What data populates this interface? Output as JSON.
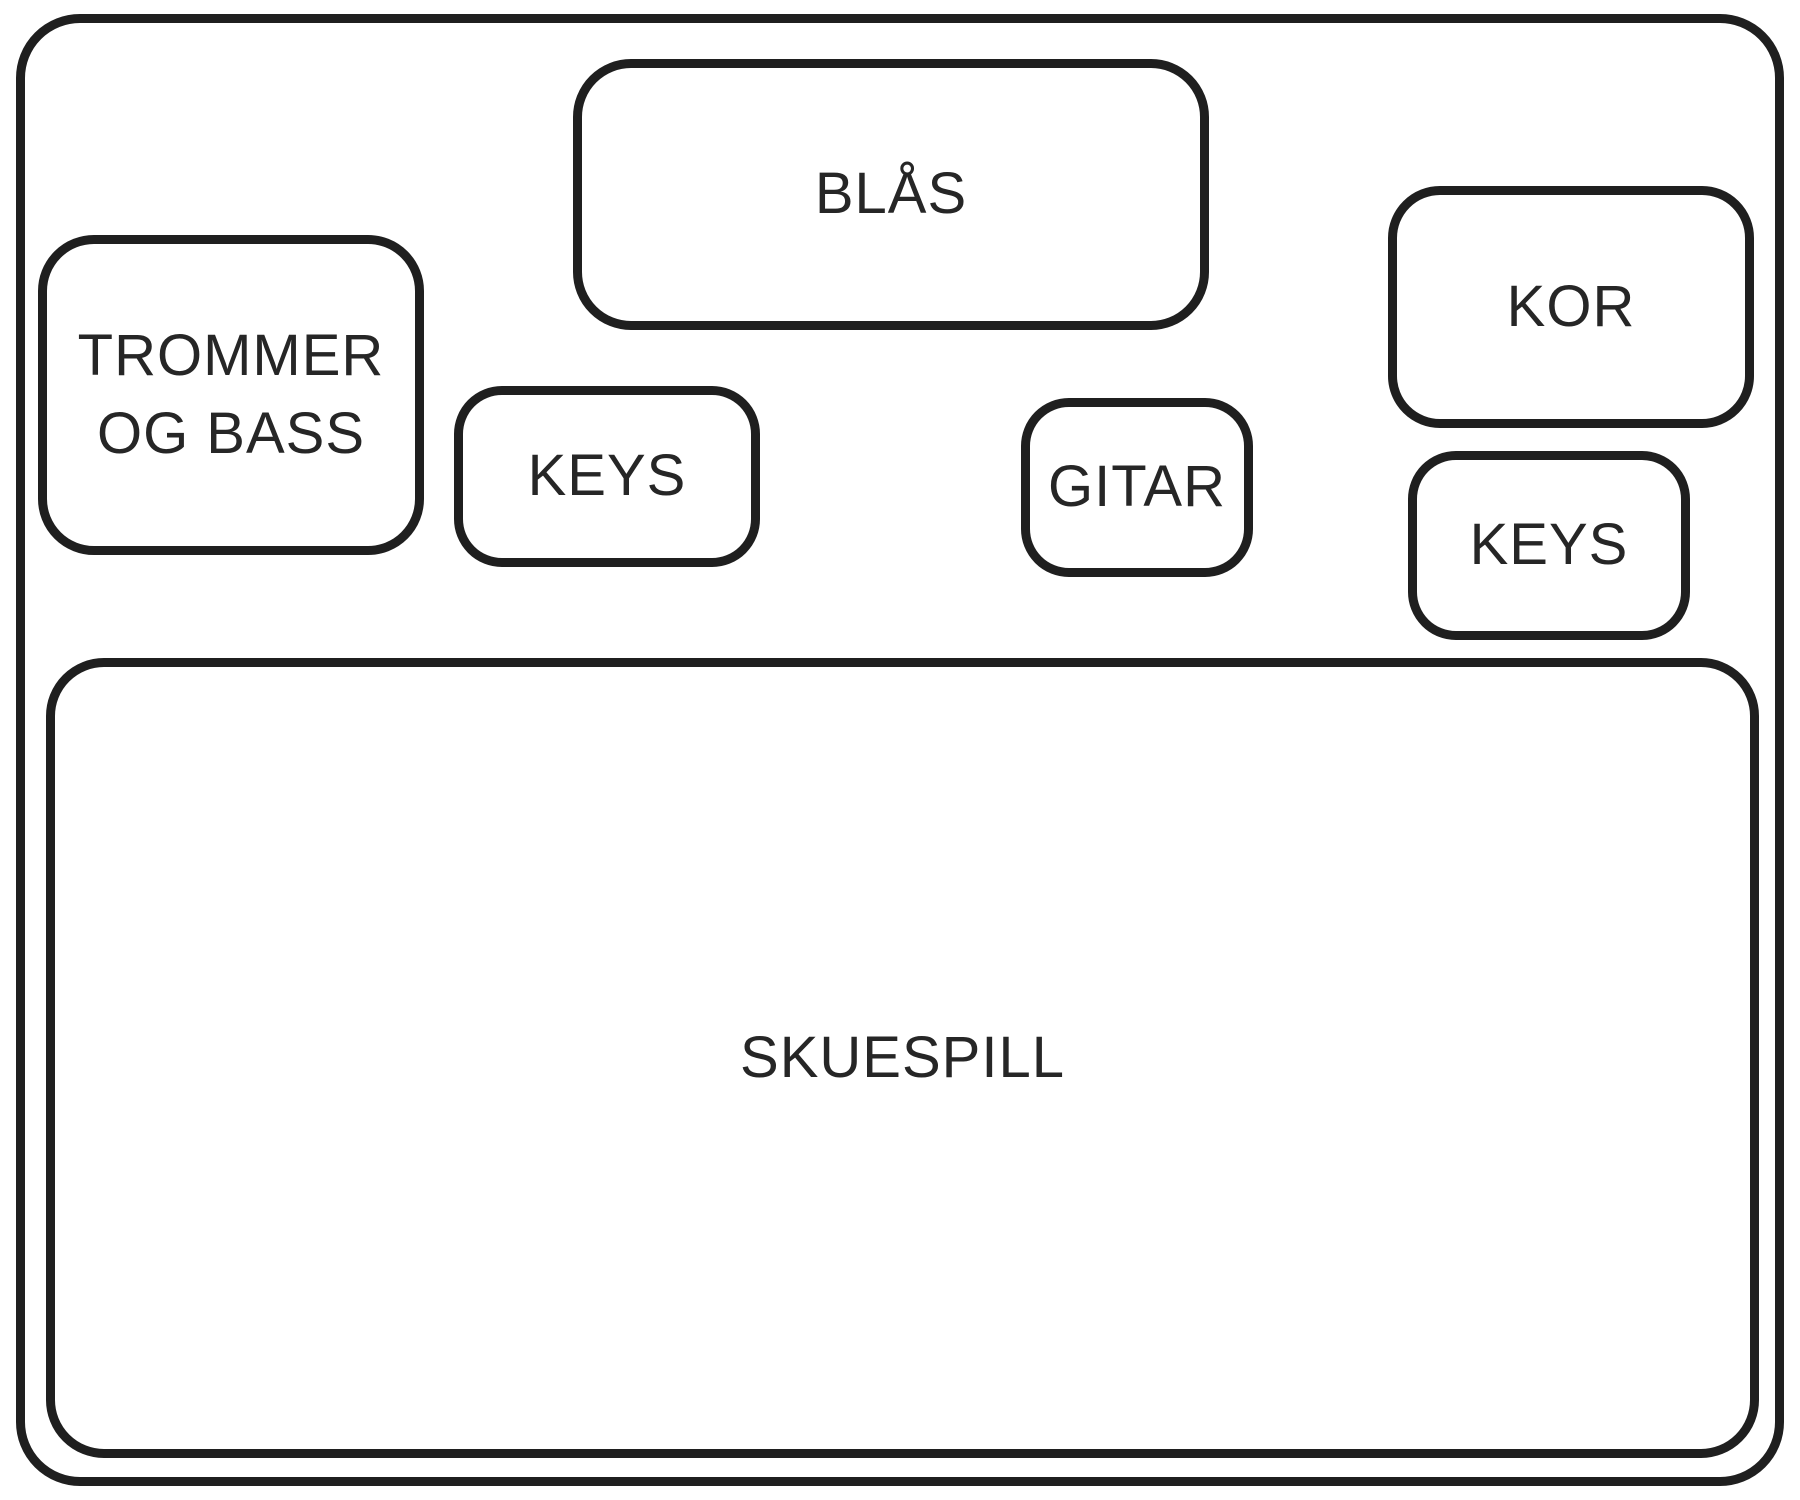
{
  "diagram": {
    "background_color": "#ffffff",
    "stroke_color": "#1f1f1f",
    "text_color": "#262626",
    "boxes": [
      {
        "name": "blas",
        "label": "BLÅS"
      },
      {
        "name": "trommer-og-bass",
        "label": "TROMMER OG BASS"
      },
      {
        "name": "keys-left",
        "label": "KEYS"
      },
      {
        "name": "gitar",
        "label": "GITAR"
      },
      {
        "name": "kor",
        "label": "KOR"
      },
      {
        "name": "keys-right",
        "label": "KEYS"
      },
      {
        "name": "skuespill",
        "label": "SKUESPILL"
      }
    ]
  }
}
